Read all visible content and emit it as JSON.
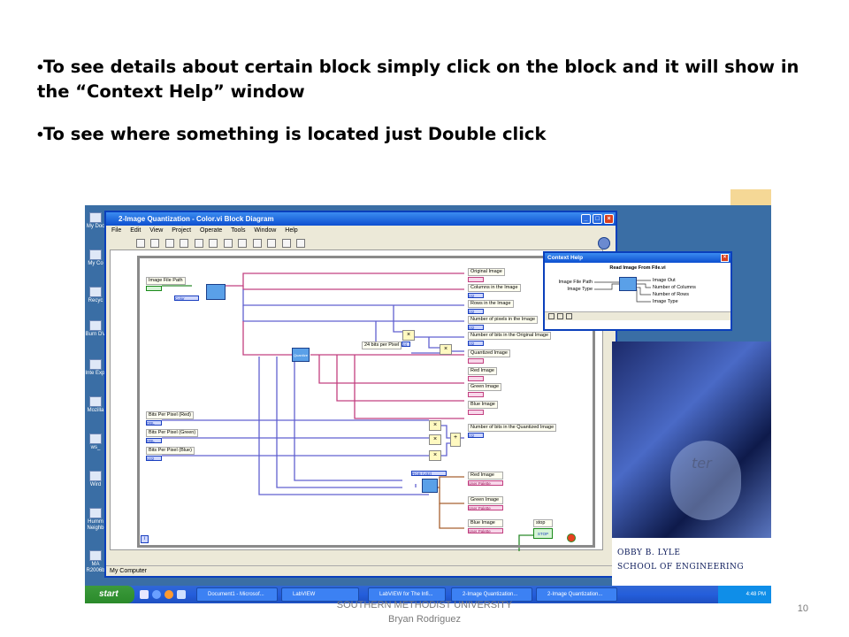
{
  "colors": {
    "accent_yellow": "#f5d896",
    "accent_red": "#c8102e",
    "accent_tan": "#f4ddb0",
    "window_blue": "#0a3fbb",
    "wire_pink": "#c24080",
    "wire_blue": "#1a3fbf",
    "wire_brown": "#a86030",
    "wire_green": "#2a8a2a"
  },
  "bullets": [
    "To see details about certain block simply click on the block and it will show in the “Context Help” window",
    "To see where something is located just Double click"
  ],
  "desktop_icons": [
    "My Doc",
    "My Co",
    "Recyc",
    "Burn DV",
    "Inte Expl",
    "Mozilla",
    "ws_",
    "Wird",
    "Humm Neighb",
    "MA R2006b"
  ],
  "lv_window": {
    "title": "2-Image Quantization - Color.vi Block Diagram",
    "menu": [
      "File",
      "Edit",
      "View",
      "Project",
      "Operate",
      "Tools",
      "Window",
      "Help"
    ],
    "status": "My Computer"
  },
  "diagram": {
    "inputs": {
      "image_file_path": "Image File Path",
      "color_enum": "Color",
      "bits_red": "Bits Per Pixel (Red)",
      "bits_green": "Bits Per Pixel (Green)",
      "bits_blue": "Bits Per Pixel (Blue)",
      "bits_const": "24 bits per Pixel",
      "bits_const_value": "24",
      "rgb_enum": "RGB (U32)"
    },
    "outputs": [
      "Original Image",
      "Columns in the Image",
      "Rows in the Image",
      "Number of pixels in the Image",
      "Number of bits in the Original Image",
      "Quantized Image",
      "Red Image",
      "Green Image",
      "Blue Image",
      "Number of bits in the Quantized Image"
    ],
    "palettes": [
      "Red Image",
      "Green Image",
      "Blue Image"
    ],
    "palette_label": "User Palette",
    "stop_label": "stop",
    "stop_value": "STOP",
    "multiply": "×",
    "plus": "+",
    "node_label": "Quantize",
    "term_i32": "I32",
    "term_u32": "U32",
    "term_dbl": "DBL"
  },
  "context_help": {
    "title": "Context Help",
    "heading": "Read Image From File.vi",
    "inputs": [
      "Image File Path",
      "Image Type"
    ],
    "outputs": [
      "Image Out",
      "Number of Columns",
      "Number of Rows",
      "Image Type"
    ]
  },
  "school": {
    "line1": "OBBY B. LYLE",
    "line2": "SCHOOL OF ENGINEERING",
    "photo_text": "ter"
  },
  "taskbar": {
    "start": "start",
    "tasks": [
      "Document1 - Microsof...",
      "LabVIEW",
      "LabVIEW for The Infi...",
      "2-Image Quantization...",
      "2-Image Quantization..."
    ],
    "clock": "4:48 PM"
  },
  "footer": {
    "line1": "SOUTHERN METHODIST UNIVERSITY",
    "line2": "Bryan Rodriguez",
    "page": "10"
  }
}
